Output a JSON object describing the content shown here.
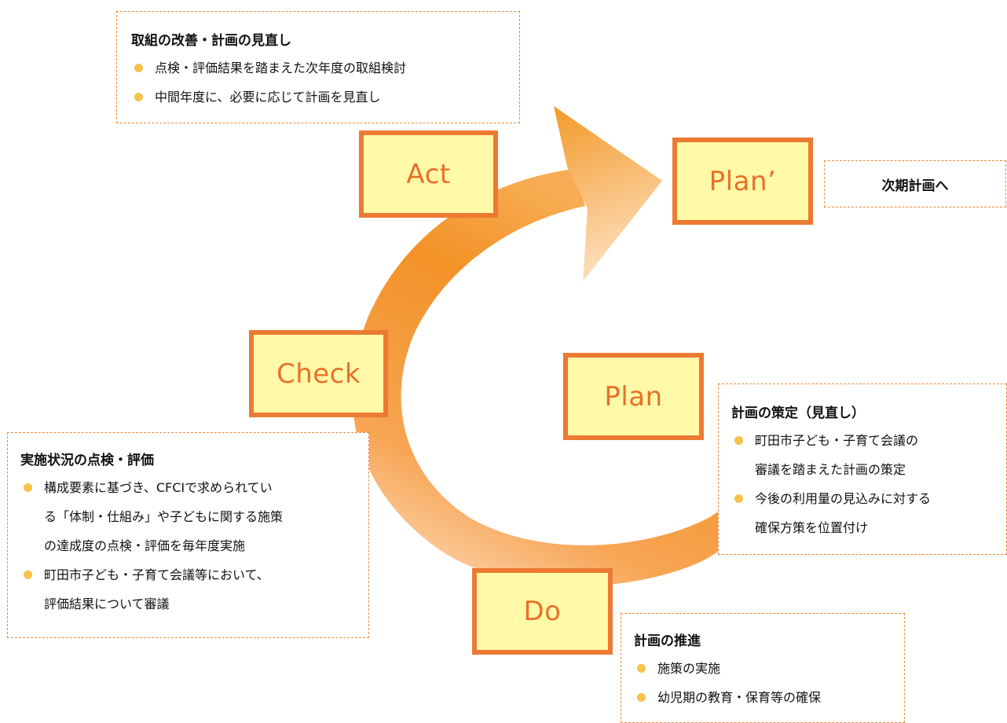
{
  "stages": {
    "act": "Act",
    "plan_next": "Plan’",
    "check": "Check",
    "plan": "Plan",
    "do": "Do"
  },
  "notes": {
    "act": {
      "title": "取組の改善・計画の見直し",
      "items": [
        [
          "点検・評価結果を踏まえた次年度の取組検討"
        ],
        [
          "中間年度に、必要に応じて計画を見直し"
        ]
      ]
    },
    "next": {
      "title": "次期計画へ"
    },
    "check": {
      "title": "実施状況の点検・評価",
      "items": [
        [
          "構成要素に基づき、CFCIで求められてい",
          "る「体制・仕組み」や子どもに関する施策",
          "の達成度の点検・評価を毎年度実施"
        ],
        [
          "町田市子ども・子育て会議等において、",
          "評価結果について審議"
        ]
      ]
    },
    "plan": {
      "title": "計画の策定（見直し）",
      "items": [
        [
          "町田市子ども・子育て会議の",
          "審議を踏まえた計画の策定"
        ],
        [
          "今後の利用量の見込みに対する",
          "確保方策を位置付け"
        ]
      ]
    },
    "do": {
      "title": "計画の推進",
      "items": [
        [
          "施策の実施"
        ],
        [
          "幼児期の教育・保育等の確保"
        ]
      ]
    }
  },
  "colors": {
    "box_border": "#ec7a32",
    "box_fill": "#fff9a8",
    "stage_text": "#e8712a",
    "arrow_dark": "#f28c1c",
    "arrow_light": "#fde7cf",
    "bullet": "#f6c24a",
    "note_border": "#ec8a3a"
  }
}
